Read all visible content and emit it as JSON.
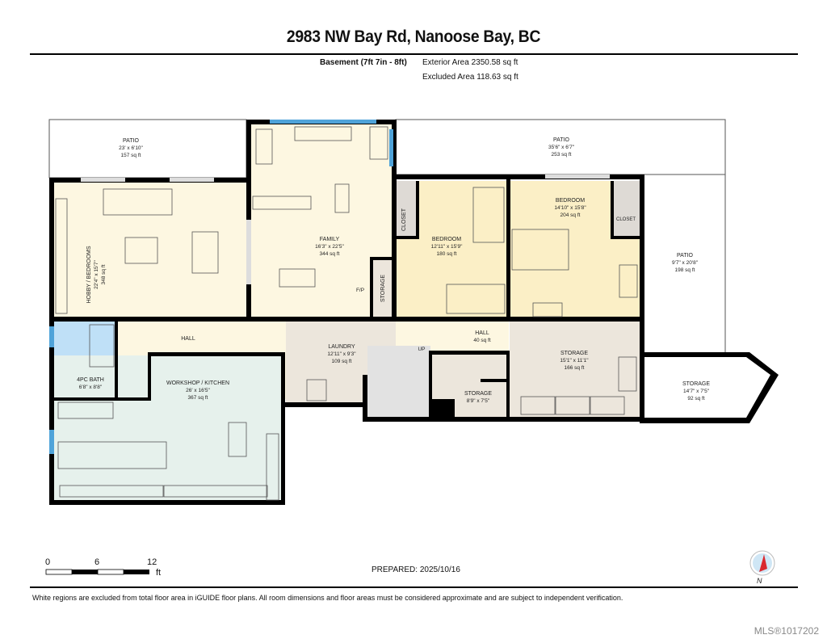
{
  "header": {
    "title": "2983 NW Bay Rd, Nanoose Bay, BC",
    "level_label": "Basement (7ft 7in - 8ft)",
    "exterior_area": "Exterior Area 2350.58 sq ft",
    "excluded_area": "Excluded Area 118.63 sq ft"
  },
  "rooms": {
    "patio_nw": {
      "name": "PATIO",
      "dims": "23' x 6'10\"",
      "area": "157 sq ft"
    },
    "patio_n": {
      "name": "PATIO",
      "dims": "35'6\" x 6'7\"",
      "area": "253 sq ft"
    },
    "patio_e": {
      "name": "PATIO",
      "dims": "9'7\" x 20'8\"",
      "area": "198 sq ft"
    },
    "hobby": {
      "name": "HOBBY / BEDROOMS",
      "dims": "22'4\" x 15'7\"",
      "area": "348 sq ft"
    },
    "family": {
      "name": "FAMILY",
      "dims": "16'3\" x 22'5\"",
      "area": "344 sq ft",
      "fp": "F/P"
    },
    "storage_small": {
      "name": "STORAGE"
    },
    "closet1": {
      "name": "CLOSET"
    },
    "bedroom1": {
      "name": "BEDROOM",
      "dims": "12'11\" x 15'9\"",
      "area": "180 sq ft"
    },
    "bedroom2": {
      "name": "BEDROOM",
      "dims": "14'10\" x 15'8\"",
      "area": "204 sq ft"
    },
    "closet2": {
      "name": "CLOSET"
    },
    "bath": {
      "name": "4PC BATH",
      "dims": "6'8\" x 8'8\""
    },
    "hall_w": {
      "name": "HALL"
    },
    "laundry": {
      "name": "LAUNDRY",
      "dims": "12'11\" x 9'3\"",
      "area": "109 sq ft"
    },
    "hall_e": {
      "name": "HALL",
      "area": "40 sq ft"
    },
    "stairs_up": {
      "name": "UP"
    },
    "storage_mid": {
      "name": "STORAGE",
      "dims": "8'9\" x 7'5\""
    },
    "storage_big": {
      "name": "STORAGE",
      "dims": "15'1\" x 11'1\"",
      "area": "166 sq ft"
    },
    "storage_ext": {
      "name": "STORAGE",
      "dims": "14'7\" x 7'5\"",
      "area": "92 sq ft"
    },
    "workshop": {
      "name": "WORKSHOP / KITCHEN",
      "dims": "26' x 16'5\"",
      "area": "367 sq ft"
    }
  },
  "scale": {
    "zero": "0",
    "mid": "6",
    "max": "12",
    "unit": "ft"
  },
  "prepared": "PREPARED: 2025/10/16",
  "compass": {
    "label": "N"
  },
  "disclaimer": "White regions are excluded from total floor area in iGUIDE floor plans. All room dimensions and floor areas must be considered approximate and are subject to independent verification.",
  "mls": "MLS®1017202",
  "colors": {
    "wall": "#000000",
    "living": "#fdf7e1",
    "bedroom": "#fbefc6",
    "service": "#ece6dc",
    "bath": "#bfe0f7",
    "workshop": "#e6f1ec",
    "closet": "#dedad5",
    "window": "#4fa3d9"
  }
}
